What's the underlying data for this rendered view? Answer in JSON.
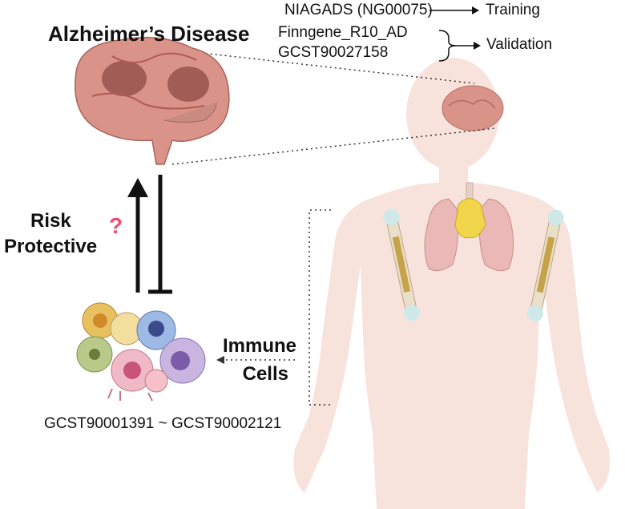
{
  "title": "Alzheimer’s Disease",
  "datasets": {
    "training_source": "NIAGADS (NG00075)",
    "training_label": "Training",
    "validation_source_1": "Finngene_R10_AD",
    "validation_source_2": "GCST90027158",
    "validation_label": "Validation"
  },
  "effect": {
    "risk_label": "Risk",
    "protective_label": "Protective",
    "question_mark": "?"
  },
  "immune": {
    "line1": "Immune",
    "line2": "Cells",
    "gwas_range": "GCST90001391 ~ GCST90002121"
  },
  "colors": {
    "brain": "#d99388",
    "brain_lesion": "#8e4a45",
    "body": "#f8e3dc",
    "lung": "#eab8b6",
    "thymus": "#f1d54a",
    "bone": "#eadfc8",
    "arrow": "#111111",
    "question": "#e8506e"
  },
  "icons": [
    "brain-icon",
    "human-body-icon",
    "lungs-icon",
    "bone-icon",
    "immune-cells-icon"
  ]
}
